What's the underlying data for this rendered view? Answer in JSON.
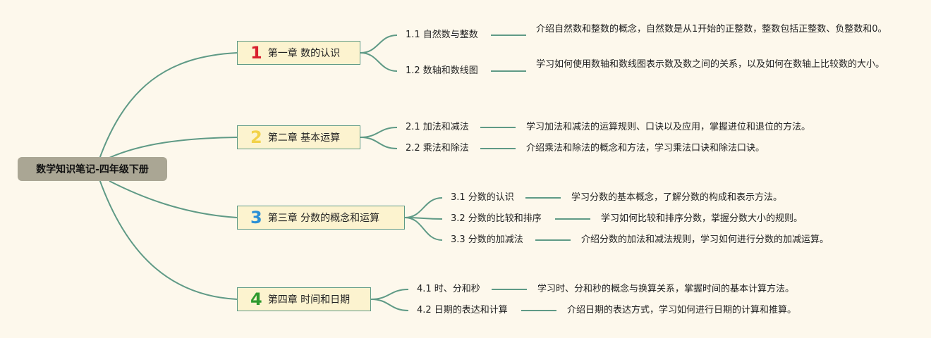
{
  "title": "数学知识笔记-四年级下册",
  "colors": {
    "line": "#5f9a86",
    "chapter_bg": "#fcf3cf",
    "root_bg": "#aaa694"
  },
  "chapters": [
    {
      "num": "1",
      "color": "#d8202f",
      "label": "第一章 数的认识",
      "sections": [
        {
          "label": "1.1 自然数与整数",
          "desc": "介绍自然数和整数的概念，自然数是从1开始的正整数，整数包括正整数、负整数和0。"
        },
        {
          "label": "1.2 数轴和数线图",
          "desc": "学习如何使用数轴和数线图表示数及数之间的关系，以及如何在数轴上比较数的大小。"
        }
      ]
    },
    {
      "num": "2",
      "color": "#f2d24a",
      "label": "第二章 基本运算",
      "sections": [
        {
          "label": "2.1 加法和减法",
          "desc": "学习加法和减法的运算规则、口诀以及应用，掌握进位和退位的方法。"
        },
        {
          "label": "2.2 乘法和除法",
          "desc": "介绍乘法和除法的概念和方法，学习乘法口诀和除法口诀。"
        }
      ]
    },
    {
      "num": "3",
      "color": "#2a8fd6",
      "label": "第三章 分数的概念和运算",
      "sections": [
        {
          "label": "3.1 分数的认识",
          "desc": "学习分数的基本概念，了解分数的构成和表示方法。"
        },
        {
          "label": "3.2 分数的比较和排序",
          "desc": "学习如何比较和排序分数，掌握分数大小的规则。"
        },
        {
          "label": "3.3 分数的加减法",
          "desc": "介绍分数的加法和减法规则，学习如何进行分数的加减运算。"
        }
      ]
    },
    {
      "num": "4",
      "color": "#2e9a2e",
      "label": "第四章 时间和日期",
      "sections": [
        {
          "label": "4.1 时、分和秒",
          "desc": "学习时、分和秒的概念与换算关系，掌握时间的基本计算方法。"
        },
        {
          "label": "4.2 日期的表达和计算",
          "desc": "介绍日期的表达方式，学习如何进行日期的计算和推算。"
        }
      ]
    }
  ]
}
